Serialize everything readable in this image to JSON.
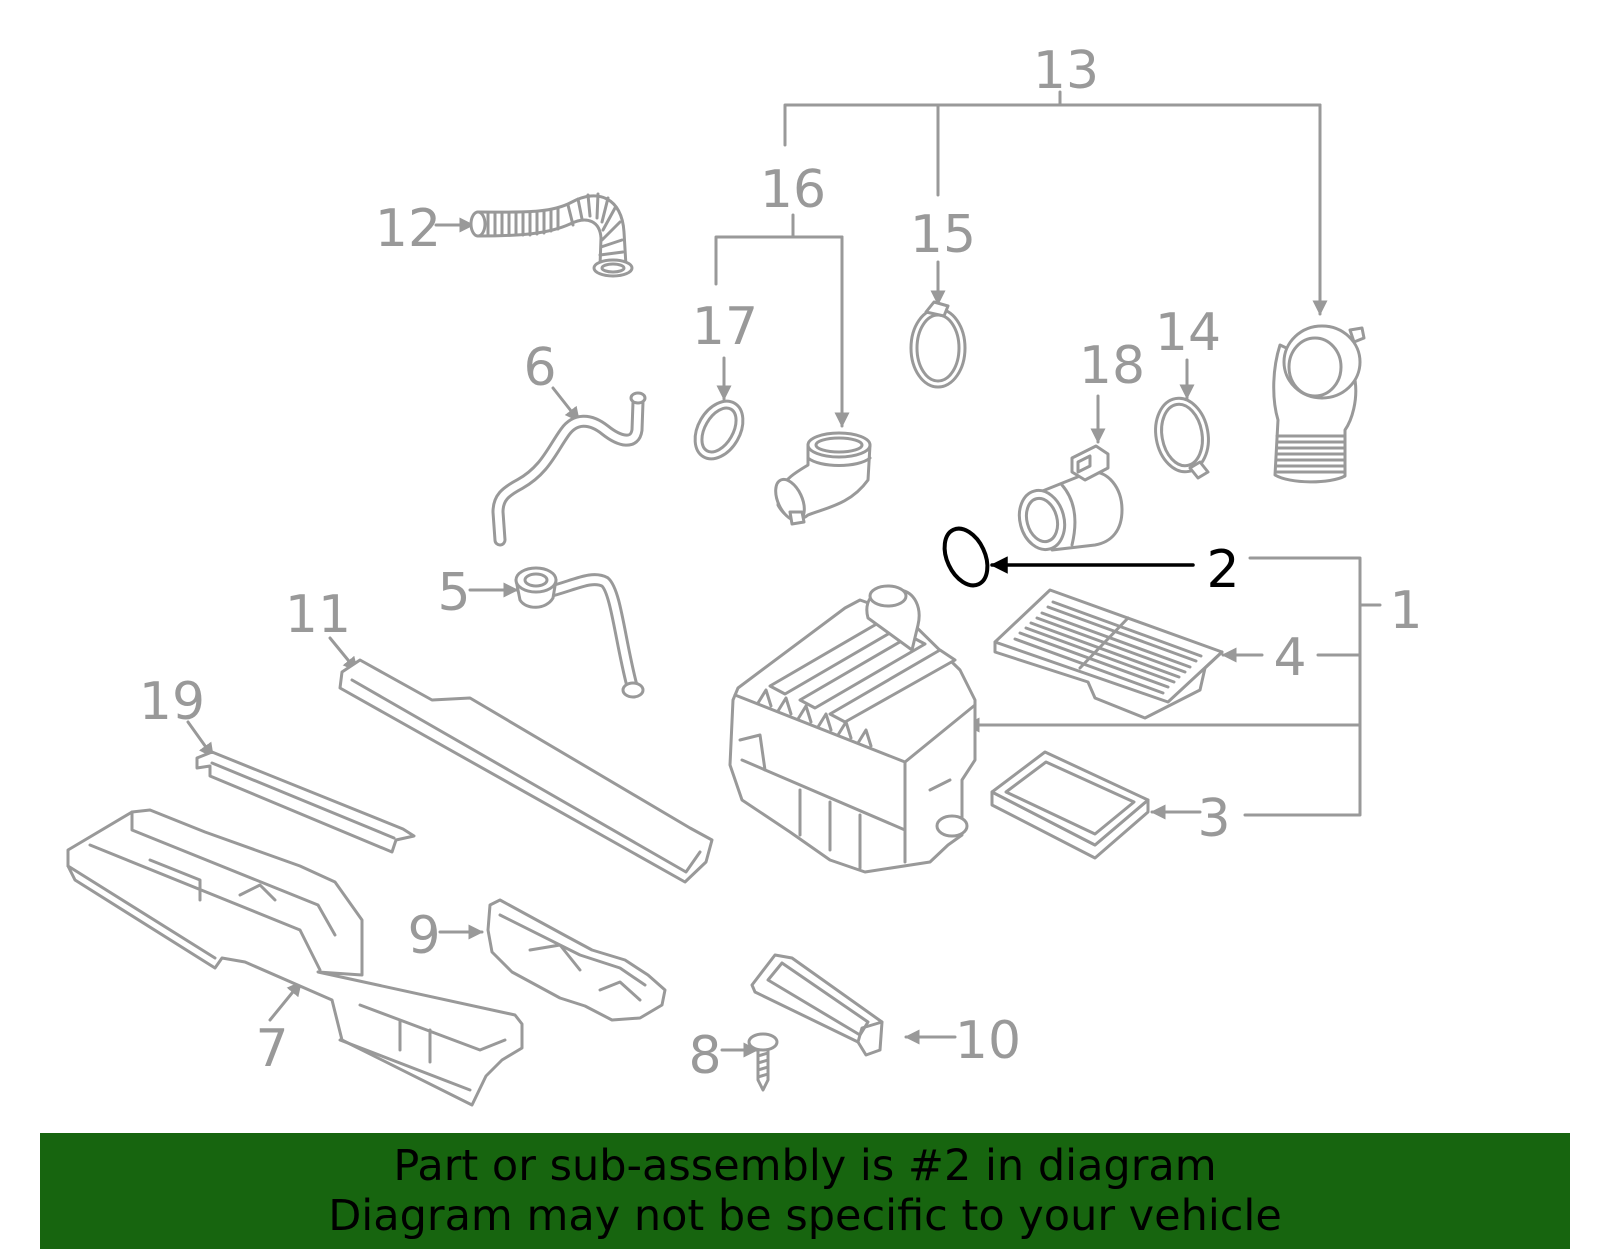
{
  "colors": {
    "background": "#ffffff",
    "part_line": "#999999",
    "highlight": "#000000",
    "banner": "#17650f",
    "banner_text": "#000000"
  },
  "callouts": {
    "part_1": "1",
    "part_2": "2",
    "part_3": "3",
    "part_4": "4",
    "part_5": "5",
    "part_6": "6",
    "part_7": "7",
    "part_8": "8",
    "part_9": "9",
    "part_10": "10",
    "part_11": "11",
    "part_12": "12",
    "part_13": "13",
    "part_14": "14",
    "part_15": "15",
    "part_16": "16",
    "part_17": "17",
    "part_18": "18",
    "part_19": "19"
  },
  "banner": {
    "line1": "Part or sub-assembly is #2 in diagram",
    "line2": "Diagram may not be specific to your vehicle"
  }
}
